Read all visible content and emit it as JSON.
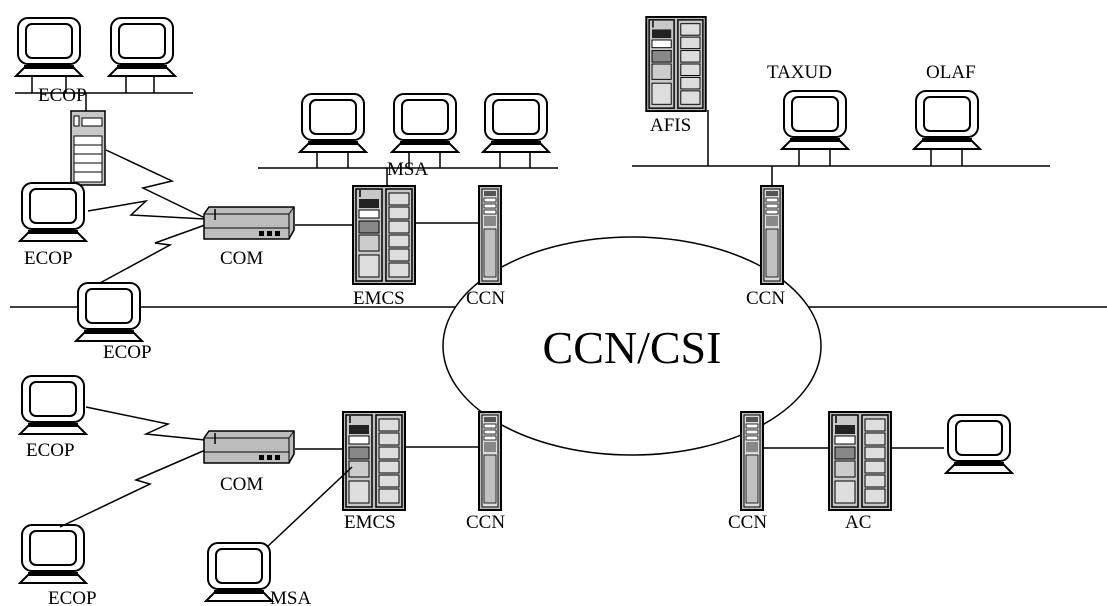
{
  "diagram": {
    "network_label": "CCN/CSI",
    "labels": {
      "ecop_top": "ECOP",
      "ecop_left_upper": "ECOP",
      "ecop_left_mid": "ECOP",
      "ecop_left_lower": "ECOP",
      "ecop_bottom": "ECOP",
      "msa_top": "MSA",
      "msa_bottom": "MSA",
      "com_upper": "COM",
      "com_lower": "COM",
      "emcs_upper": "EMCS",
      "emcs_lower": "EMCS",
      "ccn_upper_left": "CCN",
      "ccn_upper_right": "CCN",
      "ccn_lower_left": "CCN",
      "ccn_lower_right": "CCN",
      "afis": "AFIS",
      "taxud": "TAXUD",
      "olaf": "OLAF",
      "ac": "AC"
    }
  }
}
